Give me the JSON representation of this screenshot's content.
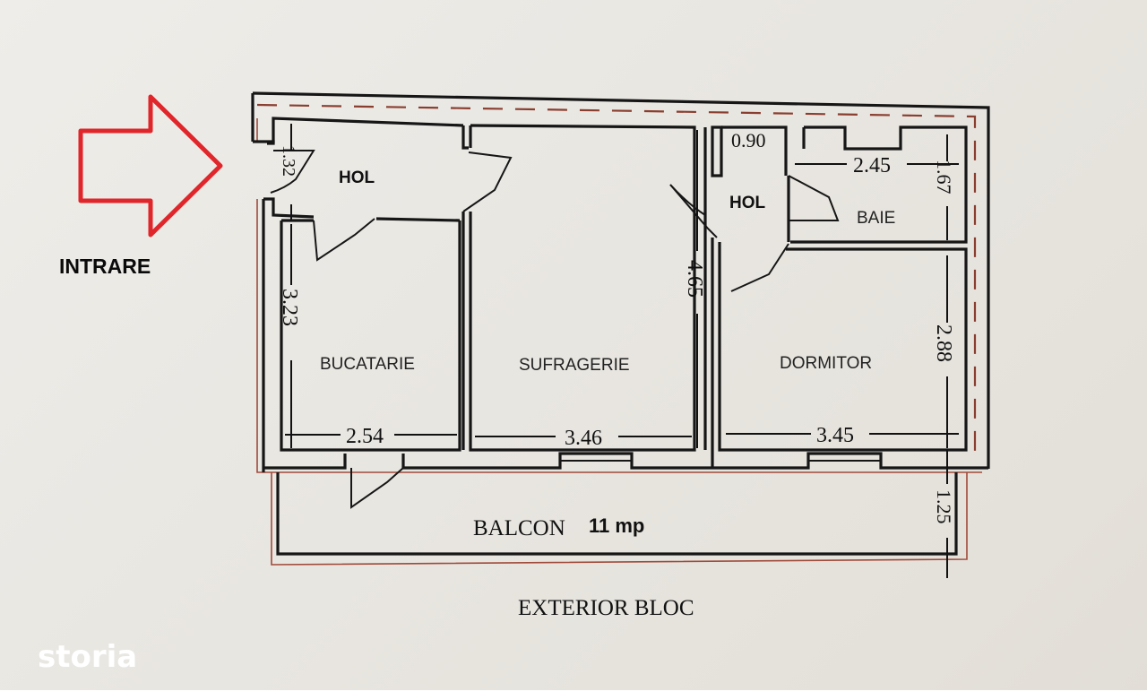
{
  "entrance": {
    "label": "INTRARE",
    "arrow_icon": "right-arrow-outline",
    "arrow_color": "#e0262b"
  },
  "rooms": [
    {
      "id": "hol-1",
      "label": "HOL"
    },
    {
      "id": "bucatarie",
      "label": "BUCATARIE"
    },
    {
      "id": "sufragerie",
      "label": "SUFRAGERIE"
    },
    {
      "id": "hol-2",
      "label": "HOL"
    },
    {
      "id": "baie",
      "label": "BAIE"
    },
    {
      "id": "dormitor",
      "label": "DORMITOR"
    }
  ],
  "balcony": {
    "label": "BALCON",
    "area": "11 mp"
  },
  "dimensions": {
    "hol_1_height": "1.32",
    "bucatarie_height": "3.23",
    "bucatarie_width": "2.54",
    "sufragerie_height": "4.65",
    "sufragerie_width": "3.46",
    "hol_2_width": "0.90",
    "baie_width": "2.45",
    "baie_height": "1.67",
    "dormitor_height": "2.88",
    "dormitor_width": "3.45",
    "balcon_depth": "1.25"
  },
  "exterior_label": "EXTERIOR BLOC",
  "watermark": "storia",
  "colors": {
    "wall": "#161616",
    "outline_red": "#a04a3a",
    "paper": "#eceae5"
  }
}
